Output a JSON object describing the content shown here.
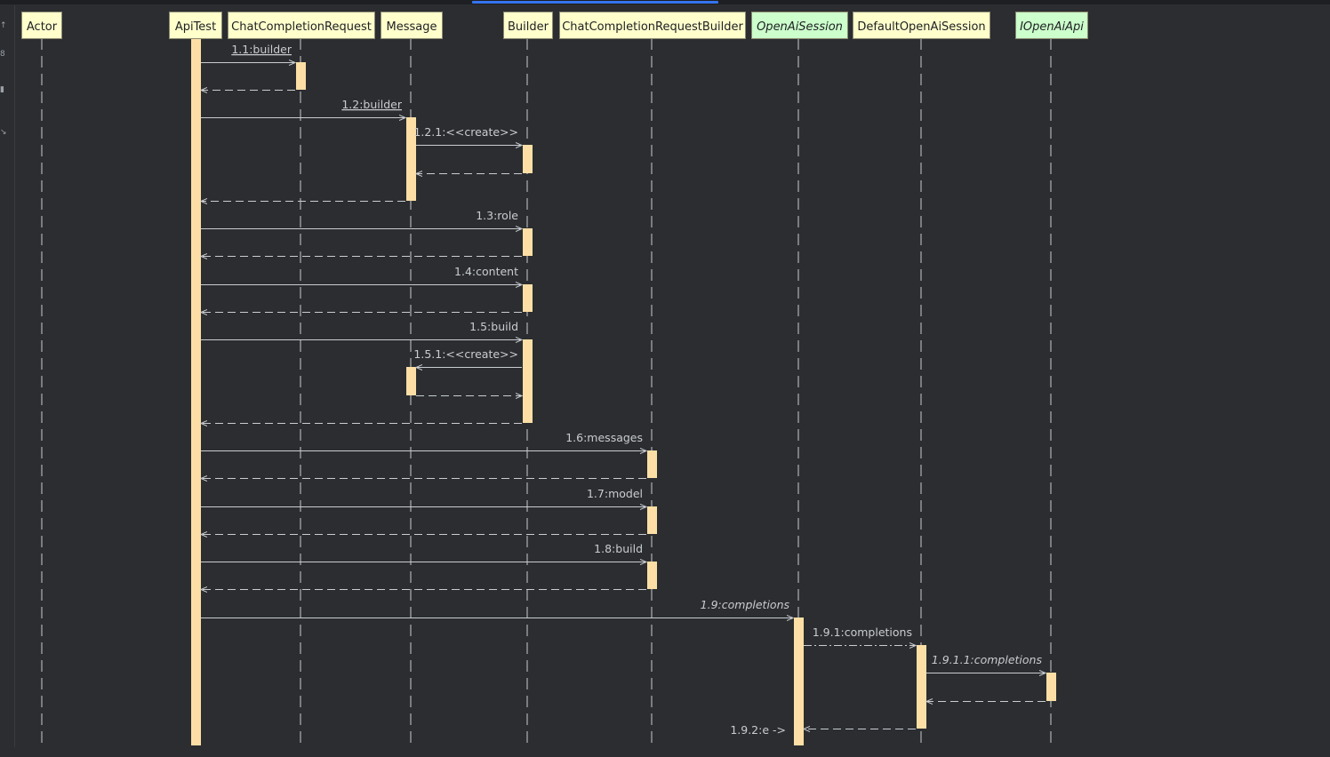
{
  "participants": [
    {
      "name": "Actor",
      "kind": "class",
      "italic": false
    },
    {
      "name": "ApiTest",
      "kind": "class",
      "italic": false
    },
    {
      "name": "ChatCompletionRequest",
      "kind": "class",
      "italic": false
    },
    {
      "name": "Message",
      "kind": "class",
      "italic": false
    },
    {
      "name": "Builder",
      "kind": "class",
      "italic": false
    },
    {
      "name": "ChatCompletionRequestBuilder",
      "kind": "class",
      "italic": false
    },
    {
      "name": "OpenAiSession",
      "kind": "interface",
      "italic": true
    },
    {
      "name": "DefaultOpenAiSession",
      "kind": "class",
      "italic": false
    },
    {
      "name": "IOpenAiApi",
      "kind": "interface",
      "italic": true
    }
  ],
  "messages": [
    {
      "label": "1.1:builder",
      "from": "ApiTest",
      "to": "ChatCompletionRequest",
      "underline": true,
      "italic": false,
      "style": "solid"
    },
    {
      "label": "1.2:builder",
      "from": "ApiTest",
      "to": "Message",
      "underline": true,
      "italic": false,
      "style": "solid"
    },
    {
      "label": "1.2.1:<<create>>",
      "from": "Message",
      "to": "Builder",
      "underline": false,
      "italic": false,
      "style": "solid"
    },
    {
      "label": "1.3:role",
      "from": "ApiTest",
      "to": "Builder",
      "underline": false,
      "italic": false,
      "style": "solid"
    },
    {
      "label": "1.4:content",
      "from": "ApiTest",
      "to": "Builder",
      "underline": false,
      "italic": false,
      "style": "solid"
    },
    {
      "label": "1.5:build",
      "from": "ApiTest",
      "to": "Builder",
      "underline": false,
      "italic": false,
      "style": "solid"
    },
    {
      "label": "1.5.1:<<create>>",
      "from": "Builder",
      "to": "Message",
      "underline": false,
      "italic": false,
      "style": "solid"
    },
    {
      "label": "1.6:messages",
      "from": "ApiTest",
      "to": "ChatCompletionRequestBuilder",
      "underline": false,
      "italic": false,
      "style": "solid"
    },
    {
      "label": "1.7:model",
      "from": "ApiTest",
      "to": "ChatCompletionRequestBuilder",
      "underline": false,
      "italic": false,
      "style": "solid"
    },
    {
      "label": "1.8:build",
      "from": "ApiTest",
      "to": "ChatCompletionRequestBuilder",
      "underline": false,
      "italic": false,
      "style": "solid"
    },
    {
      "label": "1.9:completions",
      "from": "ApiTest",
      "to": "OpenAiSession",
      "underline": false,
      "italic": true,
      "style": "solid"
    },
    {
      "label": "1.9.1:completions",
      "from": "OpenAiSession",
      "to": "DefaultOpenAiSession",
      "underline": false,
      "italic": false,
      "style": "dashdot"
    },
    {
      "label": "1.9.1.1:completions",
      "from": "DefaultOpenAiSession",
      "to": "IOpenAiApi",
      "underline": false,
      "italic": true,
      "style": "solid"
    },
    {
      "label": "1.9.2:e ->",
      "from": "OpenAiSession",
      "to": "OpenAiSession",
      "underline": false,
      "italic": false,
      "style": "solid"
    }
  ],
  "colors": {
    "background": "#2b2d30",
    "class_header": "#ffffcc",
    "interface_header": "#ccffcc",
    "activation": "#fddfa5",
    "line": "#c9ccd1",
    "accent": "#3574f0"
  },
  "toolbar_icons": [
    "arrow-up-icon",
    "link-icon",
    "page-icon",
    "expand-icon"
  ]
}
